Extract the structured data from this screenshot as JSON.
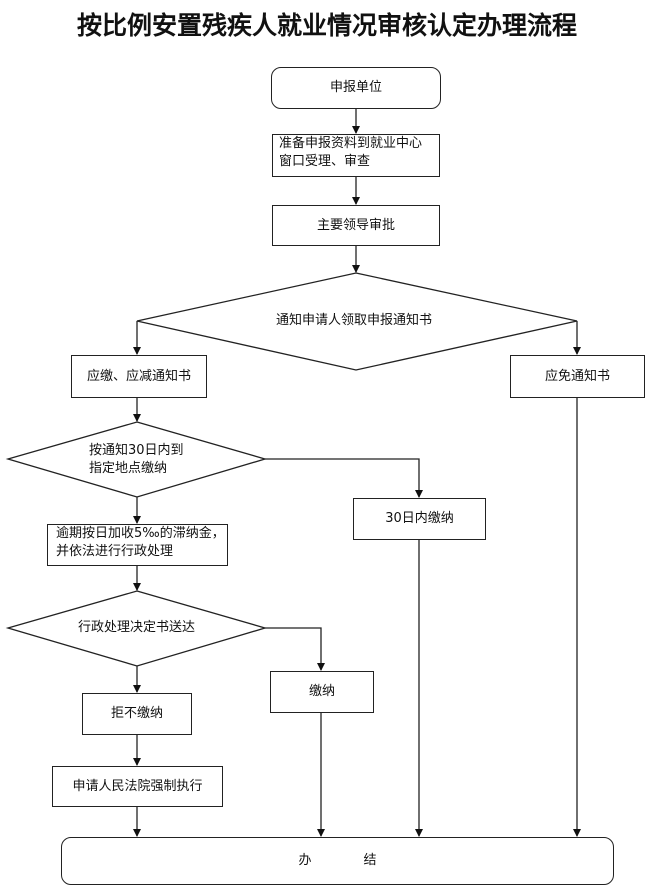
{
  "title": "按比例安置残疾人就业情况审核认定办理流程",
  "nodes": {
    "start": "申报单位",
    "prepare_line1": "准备申报资料到就业中心",
    "prepare_line2": "窗口受理、审查",
    "approve": "主要领导审批",
    "notify_decision": "通知申请人领取申报通知书",
    "due_notice": "应缴、应减通知书",
    "exempt_notice": "应免通知书",
    "pay_decision_line1": "按通知30日内到",
    "pay_decision_line2": "指定地点缴纳",
    "paid_30": "30日内缴纳",
    "overdue_line1": "逾期按日加收5‰的滞纳金，",
    "overdue_line2": "并依法进行行政处理",
    "admin_decision": "行政处理决定书送达",
    "paid": "缴纳",
    "refuse": "拒不缴纳",
    "court": "申请人民法院强制执行",
    "end": "办　　　　结"
  }
}
